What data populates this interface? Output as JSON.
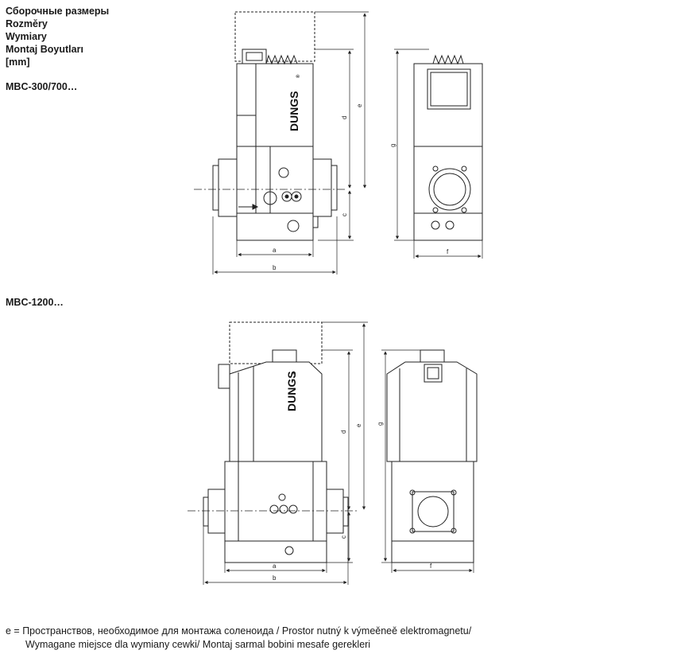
{
  "header": {
    "line1": "Сборочные размеры",
    "line2": "Rozměry",
    "line3": "Wymiary",
    "line4": "Montaj Boyutları",
    "line5": "[mm]"
  },
  "models": {
    "top": "MBC-300/700…",
    "bottom": "MBC-1200…"
  },
  "brand": "DUNGS",
  "brand_mark": "®",
  "dimensions": {
    "a": "a",
    "b": "b",
    "c": "c",
    "d": "d",
    "e": "e",
    "f": "f",
    "g": "g"
  },
  "footnote": {
    "line1": "e = Пространствов, необходимое для монтажа соленоида / Prostor nutný k výmeěneě elektromagnetu/",
    "line2": "Wymagane miejsce dla wymiany cewki/ Montaj sarmal  bobini  mesafe  gerekleri"
  }
}
